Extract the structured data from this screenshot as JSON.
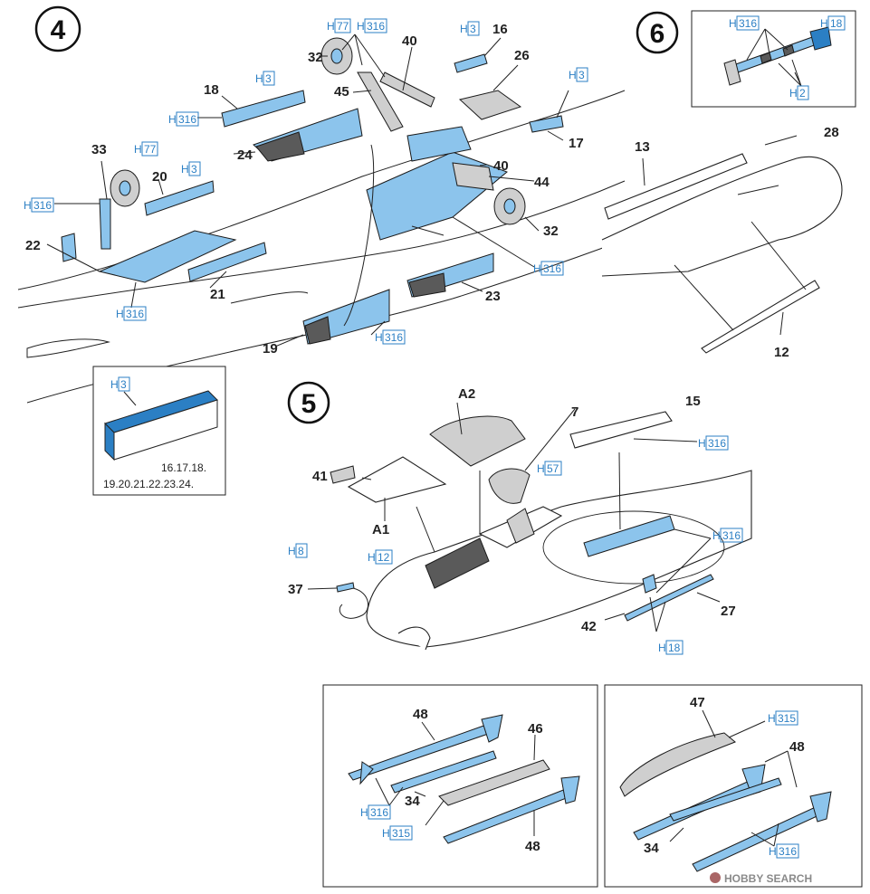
{
  "steps": {
    "s4": "4",
    "s5": "5",
    "s6": "6"
  },
  "part_numbers": {
    "p12": "12",
    "p13": "13",
    "p15": "15",
    "p16": "16",
    "p17": "17",
    "p18": "18",
    "p19": "19",
    "p20": "20",
    "p21": "21",
    "p22": "22",
    "p23": "23",
    "p24": "24",
    "p26": "26",
    "p27": "27",
    "p28": "28",
    "p32a": "32",
    "p32b": "32",
    "p33": "33",
    "p34a": "34",
    "p34b": "34",
    "p37": "37",
    "p40a": "40",
    "p40b": "40",
    "p41": "41",
    "p42": "42",
    "p44": "44",
    "p45": "45",
    "p46": "46",
    "p47": "47",
    "p48a": "48",
    "p48b": "48",
    "p48c": "48",
    "p7": "7",
    "a1": "A1",
    "a2": "A2"
  },
  "color_codes": {
    "h77a": "77",
    "h77b": "77",
    "h316a": "316",
    "h3a": "3",
    "h3b": "3",
    "h3c": "3",
    "h316b": "316",
    "h316c": "316",
    "h316d": "316",
    "h316e": "316",
    "h316f": "316",
    "h3d": "3",
    "h316g": "316",
    "h18a": "18",
    "h2": "2",
    "h316h": "316",
    "h57": "57",
    "h12": "12",
    "h8": "8",
    "h316i": "316",
    "h18b": "18",
    "h316j": "316",
    "h315a": "315",
    "h315b": "315",
    "h316k": "316"
  },
  "h_prefix": "H",
  "inset_note": {
    "code": "3",
    "line1": "16.17.18.",
    "line2": "19.20.21.22.23.24."
  },
  "watermark": "HOBBY SEARCH",
  "colors": {
    "part_blue": "#8cc4ec",
    "code_blue": "#2b7fc4",
    "line": "#222222"
  }
}
